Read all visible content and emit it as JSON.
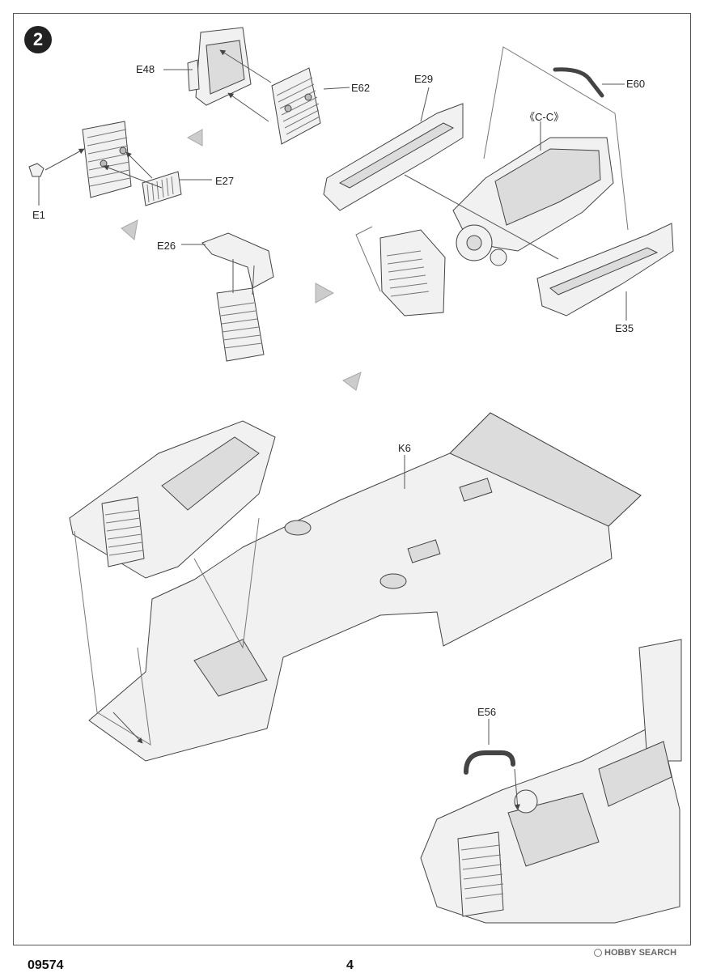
{
  "step": {
    "number": "2"
  },
  "parts": {
    "e48": "E48",
    "e62": "E62",
    "e1": "E1",
    "e27": "E27",
    "e26": "E26",
    "e29": "E29",
    "e60": "E60",
    "cc": "《C-C》",
    "e35": "E35",
    "k6": "K6",
    "e56": "E56"
  },
  "footer": {
    "product_code": "09574",
    "page_number": "4",
    "watermark": "HOBBY SEARCH"
  }
}
